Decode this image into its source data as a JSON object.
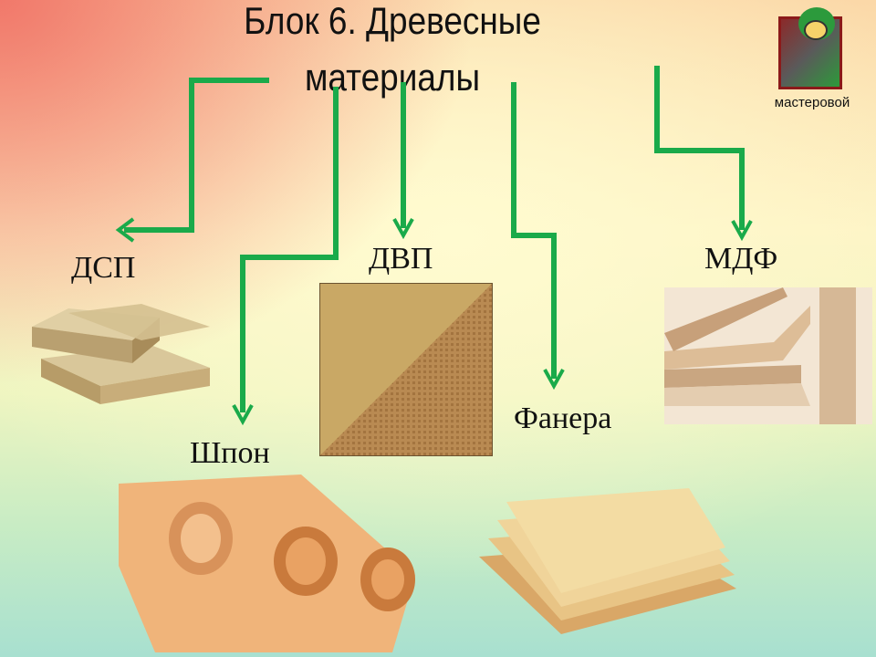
{
  "title": "Блок 6. Древесные материалы",
  "logo": {
    "caption": "мастеровой"
  },
  "materials": [
    {
      "label": "ДСП"
    },
    {
      "label": "Шпон"
    },
    {
      "label": "ДВП"
    },
    {
      "label": "Фанера"
    },
    {
      "label": "МДФ"
    }
  ],
  "colors": {
    "arrow": "#1aaa4a"
  }
}
